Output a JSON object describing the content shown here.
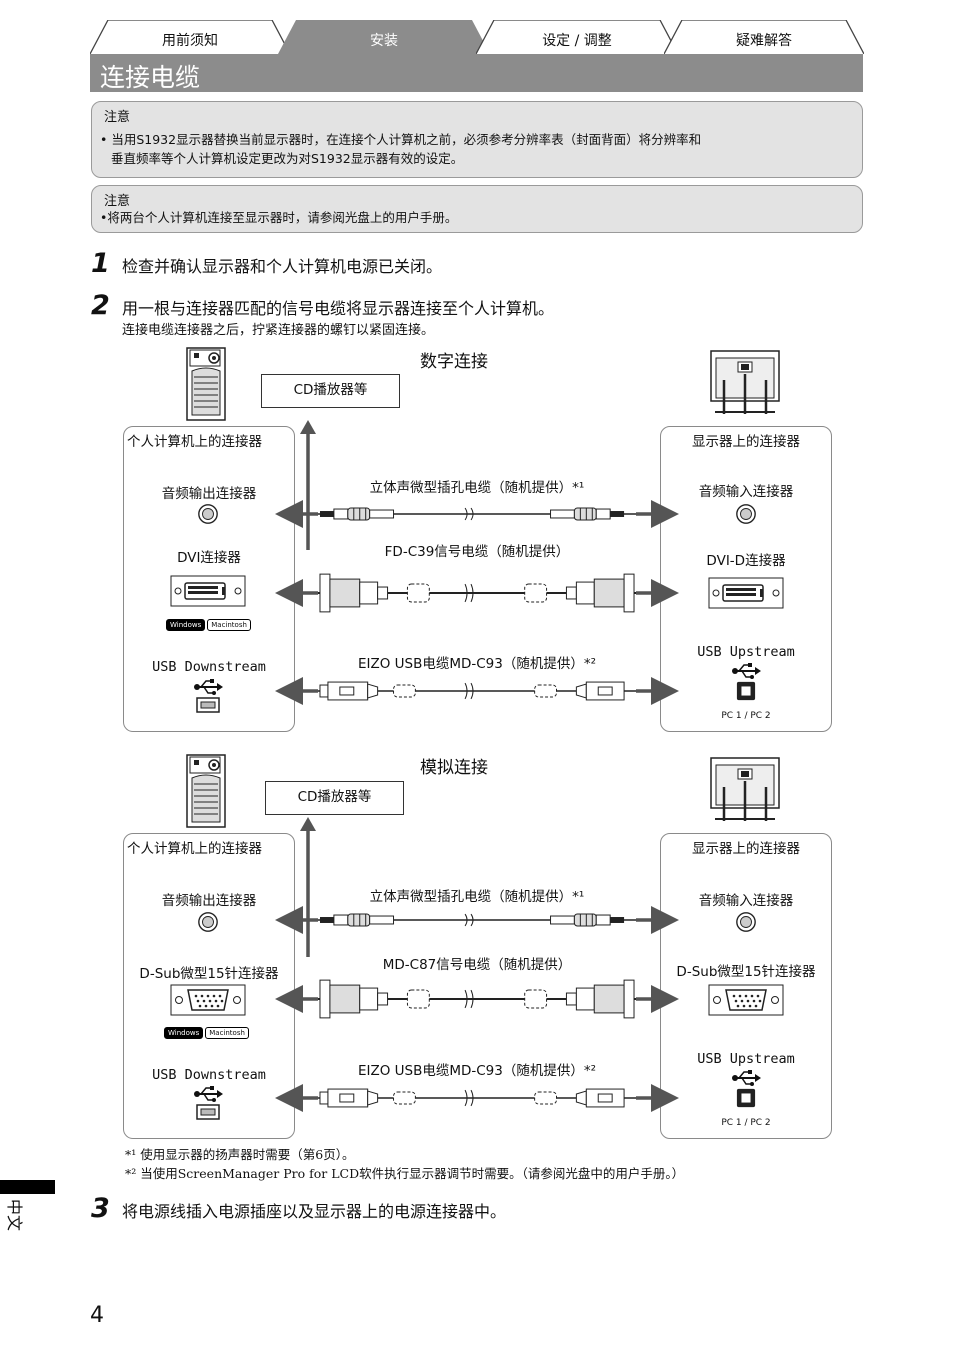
{
  "tabs": [
    "用前须知",
    "安装",
    "设定 / 调整",
    "疑难解答"
  ],
  "page_title": "连接电缆",
  "note1": {
    "heading": "注意",
    "lines": [
      "• 当用S1932显示器替换当前显示器时，在连接个人计算机之前，必须参考分辨率表（封面背面）将分辨率和",
      "垂直频率等个人计算机设定更改为对S1932显示器有效的设定。"
    ]
  },
  "note2": {
    "heading": "注意",
    "lines": [
      "•将两台个人计算机连接至显示器时，请参阅光盘上的用户手册。"
    ]
  },
  "steps": [
    {
      "num": "1",
      "text": "检查并确认显示器和个人计算机电源已关闭。"
    },
    {
      "num": "2",
      "text": "用一根与连接器匹配的信号电缆将显示器连接至个人计算机。",
      "sub": "连接电缆连接器之后，拧紧连接器的螺钉以紧固连接。"
    },
    {
      "num": "3",
      "text": "将电源线插入电源插座以及显示器上的电源连接器中。"
    }
  ],
  "diagrams": [
    {
      "title": "数字连接",
      "cd": "CD播放器等",
      "pc_header": "个人计算机上的连接器",
      "mon_header": "显示器上的连接器",
      "rows": [
        {
          "pc": "音频输出连接器",
          "mon": "音频输入连接器",
          "cable": "立体声微型插孔电缆（随机提供）*¹"
        },
        {
          "pc": "DVI连接器",
          "mon": "DVI-D连接器",
          "cable": "FD-C39信号电缆（随机提供）"
        },
        {
          "pc": "USB Downstream",
          "mon": "USB Upstream",
          "cable": "EIZO USB电缆MD-C93（随机提供）*²"
        }
      ],
      "os_badges": [
        "Windows",
        "Macintosh"
      ],
      "pc_tag": "PC 1 / PC 2"
    },
    {
      "title": "模拟连接",
      "cd": "CD播放器等",
      "pc_header": "个人计算机上的连接器",
      "mon_header": "显示器上的连接器",
      "rows": [
        {
          "pc": "音频输出连接器",
          "mon": "音频输入连接器",
          "cable": "立体声微型插孔电缆（随机提供）*¹"
        },
        {
          "pc": "D-Sub微型15针连接器",
          "mon": "D-Sub微型15针连接器",
          "cable": "MD-C87信号电缆（随机提供）"
        },
        {
          "pc": "USB Downstream",
          "mon": "USB Upstream",
          "cable": "EIZO USB电缆MD-C93（随机提供）*²"
        }
      ],
      "os_badges": [
        "Windows",
        "Macintosh"
      ],
      "pc_tag": "PC 1 / PC 2"
    }
  ],
  "footnotes": [
    "*¹ 使用显示器的扬声器时需要（第6页）。",
    "*² 当使用ScreenManager Pro for LCD软件执行显示器调节时需要。（请参阅光盘中的用户手册。）"
  ],
  "language_tab": "中文",
  "page_number": "4"
}
